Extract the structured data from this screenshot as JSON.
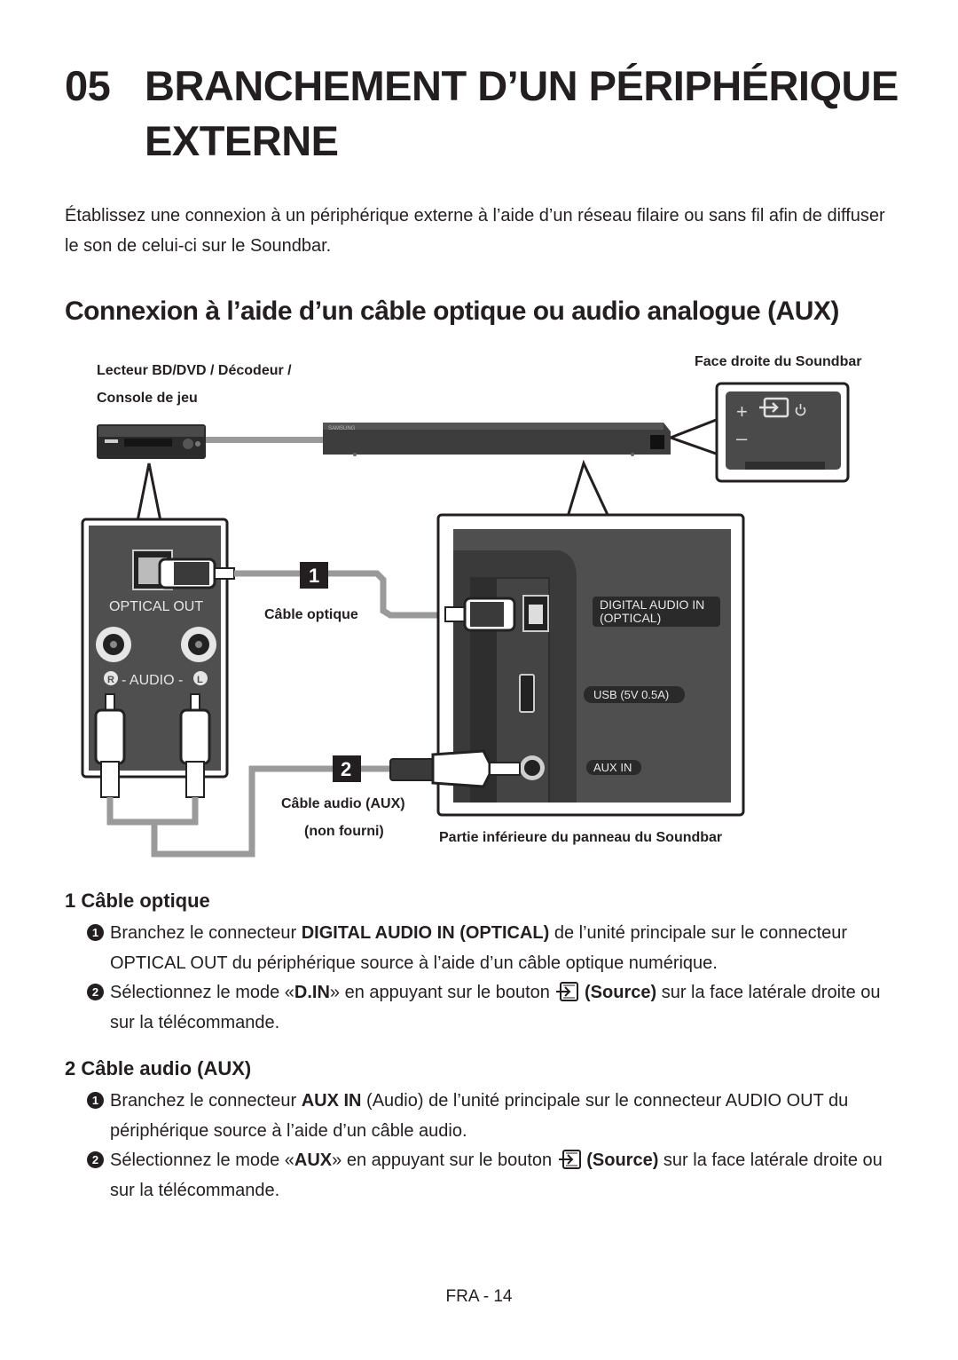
{
  "title": {
    "number": "05",
    "line1": "BRANCHEMENT D’UN PÉRIPHÉRIQUE",
    "line2": "EXTERNE"
  },
  "intro": "Établissez une connexion à un périphérique externe à l’aide d’un réseau filaire ou sans fil afin de diffuser le son de celui-ci sur le Soundbar.",
  "section_heading": "Connexion à l’aide d’un câble optique ou audio analogue (AUX)",
  "diagram": {
    "device_label_1": "Lecteur BD/DVD / Décodeur /",
    "device_label_2": "Console de jeu",
    "right_side_label": "Face droite du Soundbar",
    "brand": "SAMSUNG",
    "optical_out": "OPTICAL OUT",
    "audio_label": "- AUDIO -",
    "r": "R",
    "l": "L",
    "badge_1": "1",
    "badge_2": "2",
    "optical_cable": "Câble optique",
    "aux_cable_1": "Câble audio (AUX)",
    "aux_cable_2": "(non fourni)",
    "digital_in_1": "DIGITAL AUDIO IN",
    "digital_in_2": "(OPTICAL)",
    "usb": "USB (5V 0.5A)",
    "aux_in": "AUX IN",
    "bottom_panel_label": "Partie inférieure du panneau du Soundbar",
    "plus": "+",
    "minus": "–"
  },
  "sections": [
    {
      "heading": "1 Câble optique",
      "steps": [
        {
          "n": "1",
          "a": "Branchez le connecteur ",
          "b": "DIGITAL AUDIO IN (OPTICAL)",
          "c": " de l’unité principale sur le connecteur OPTICAL OUT du périphérique source à l’aide d’un câble optique numérique."
        },
        {
          "n": "2",
          "a": "Sélectionnez le mode «",
          "b": "D.IN",
          "c": "» en appuyant sur le bouton",
          "d": "(Source)",
          "e": " sur la face latérale droite ou sur la télécommande."
        }
      ]
    },
    {
      "heading": "2 Câble audio (AUX)",
      "steps": [
        {
          "n": "1",
          "a": "Branchez le connecteur ",
          "b": "AUX IN",
          "c": " (Audio) de l’unité principale sur le connecteur AUDIO OUT du périphérique source à l’aide d’un câble audio."
        },
        {
          "n": "2",
          "a": "Sélectionnez le mode «",
          "b": "AUX",
          "c": "» en appuyant sur le bouton",
          "d": "(Source)",
          "e": " sur la face latérale droite ou sur la télécommande."
        }
      ]
    }
  ],
  "footer": "FRA - 14"
}
